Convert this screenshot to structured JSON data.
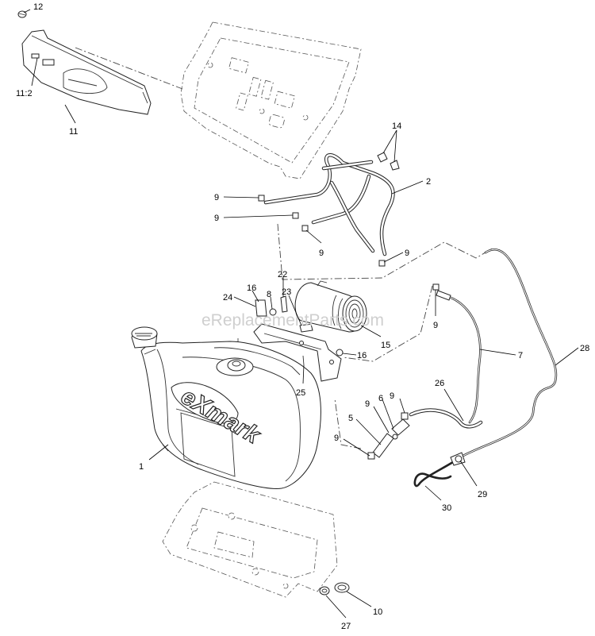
{
  "watermark": "eReplacementParts.com",
  "brand_logo": "eXmark",
  "callouts": [
    "12",
    "11:2",
    "11",
    "14",
    "2",
    "9",
    "9",
    "9",
    "9",
    "22",
    "16",
    "8",
    "23",
    "24",
    "15",
    "16",
    "9",
    "7",
    "28",
    "25",
    "1",
    "6",
    "9",
    "9",
    "5",
    "9",
    "26",
    "29",
    "30",
    "10",
    "27"
  ]
}
